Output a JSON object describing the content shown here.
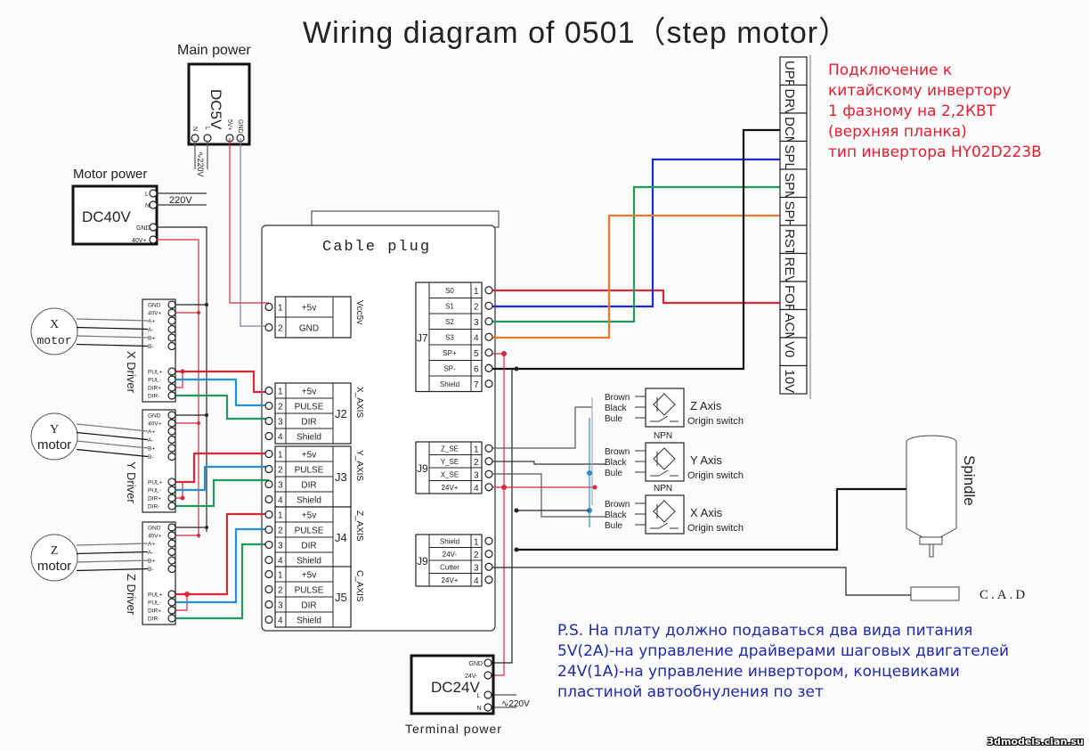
{
  "title": "Wiring diagram of 0501（step motor）",
  "colors": {
    "red": "#d42a3a",
    "blue": "#1a2bd0",
    "lightblue": "#2a8fd0",
    "green": "#1f9a5a",
    "orange": "#e57a30",
    "black": "#111111",
    "note_red": "#e02030",
    "note_blue": "#1f2aa8"
  },
  "main_power": {
    "label": "Main power",
    "device": "DC5V",
    "terminals": [
      "N",
      "L",
      "5V+",
      "GND"
    ],
    "ac_input": "∿220V"
  },
  "motor_power": {
    "label": "Motor power",
    "device": "DC40V",
    "terminals": [
      "L",
      "N",
      "GND",
      "40V+"
    ],
    "ac_input": "220V"
  },
  "terminal_power": {
    "label": "Terminal power",
    "device": "DC24V",
    "terminals": [
      "GND",
      "24V-",
      "L",
      "N"
    ],
    "ac_input": "∿220V"
  },
  "motors": [
    {
      "name_top": "X",
      "name_bottom": "motor",
      "driver_label": "X  Driver"
    },
    {
      "name_top": "Y",
      "name_bottom": "motor",
      "driver_label": "Y  Driver"
    },
    {
      "name_top": "Z",
      "name_bottom": "motor",
      "driver_label": "Z  Driver"
    }
  ],
  "driver_terminals": {
    "power": [
      "GND",
      "40V+"
    ],
    "motor": [
      "A+",
      "A-",
      "B+",
      "B-"
    ],
    "signal": [
      "PUL+",
      "PUL-",
      "DIR+",
      "DIR-"
    ]
  },
  "cable_plug": {
    "label": "Cable plug",
    "vcc": {
      "name": "Vcc5v",
      "pins": [
        {
          "n": "1",
          "label": "+5v"
        },
        {
          "n": "2",
          "label": "GND"
        }
      ]
    },
    "axes": [
      {
        "id": "J2",
        "name": "X_AXIS",
        "pins": [
          {
            "n": "1",
            "label": "+5v"
          },
          {
            "n": "2",
            "label": "PULSE"
          },
          {
            "n": "3",
            "label": "DIR"
          },
          {
            "n": "4",
            "label": "Shield"
          }
        ]
      },
      {
        "id": "J3",
        "name": "Y_AXIS",
        "pins": [
          {
            "n": "1",
            "label": "+5v"
          },
          {
            "n": "2",
            "label": "PULSE"
          },
          {
            "n": "3",
            "label": "DIR"
          },
          {
            "n": "4",
            "label": "Shield"
          }
        ]
      },
      {
        "id": "J4",
        "name": "Z_AXIS",
        "pins": [
          {
            "n": "1",
            "label": "+5v"
          },
          {
            "n": "2",
            "label": "PULSE"
          },
          {
            "n": "3",
            "label": "DIR"
          },
          {
            "n": "4",
            "label": "Shield"
          }
        ]
      },
      {
        "id": "J5",
        "name": "C_AXIS",
        "pins": [
          {
            "n": "1",
            "label": "+5v"
          },
          {
            "n": "2",
            "label": "PULSE"
          },
          {
            "n": "3",
            "label": "DIR"
          },
          {
            "n": "4",
            "label": "Shield"
          }
        ]
      }
    ],
    "j7": {
      "id": "J7",
      "pins": [
        {
          "n": "1",
          "label": "S0"
        },
        {
          "n": "2",
          "label": "S1"
        },
        {
          "n": "3",
          "label": "S2"
        },
        {
          "n": "4",
          "label": "S3"
        },
        {
          "n": "5",
          "label": "SP+"
        },
        {
          "n": "6",
          "label": "SP-"
        },
        {
          "n": "7",
          "label": "Shield"
        }
      ]
    },
    "j9a": {
      "id": "J9",
      "pins": [
        {
          "n": "1",
          "label": "Z_SE"
        },
        {
          "n": "2",
          "label": "Y_SE"
        },
        {
          "n": "3",
          "label": "X_SE"
        },
        {
          "n": "4",
          "label": "24V+"
        }
      ]
    },
    "j9b": {
      "id": "J9",
      "pins": [
        {
          "n": "1",
          "label": "Shield"
        },
        {
          "n": "2",
          "label": "24V-"
        },
        {
          "n": "3",
          "label": "Cutter"
        },
        {
          "n": "4",
          "label": "24V+"
        }
      ]
    }
  },
  "inverter_terminals": [
    "UPF",
    "DRV",
    "DCM",
    "SPL",
    "SPM",
    "SPH",
    "RST",
    "REV",
    "FOR",
    "ACM",
    "V0",
    "10V"
  ],
  "origin_switches": [
    {
      "axis": "Z Axis",
      "sub": "Origin switch",
      "type": "",
      "wires": [
        "Brown",
        "Black",
        "Bule"
      ]
    },
    {
      "axis": "Y Axis",
      "sub": "Origin switch",
      "type": "NPN",
      "wires": [
        "Brown",
        "Black",
        "Bule"
      ]
    },
    {
      "axis": "X Axis",
      "sub": "Origin switch",
      "type": "NPN",
      "wires": [
        "Brown",
        "Black",
        "Bule"
      ]
    }
  ],
  "spindle": {
    "label": "Spindle"
  },
  "cad": {
    "label": "C.A.D"
  },
  "inverter_note": [
    "Подключение к",
    "китайскому инвертору",
    "1 фазному на 2,2КВТ",
    "(верхняя планка)",
    "тип инвертора HY02D223B"
  ],
  "power_note": [
    "P.S. На плату должно подаваться два вида питания",
    "5V(2A)-на управление драйверами шаговых двигателей",
    "24V(1A)-на управление инвертором, концевиками",
    "пластиной автообнуления по зет"
  ],
  "watermark": "3dmodels.clan.su"
}
